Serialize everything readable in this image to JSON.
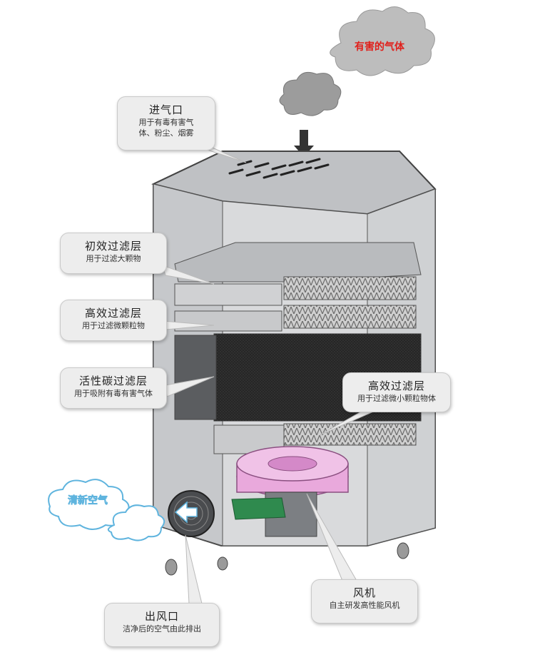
{
  "harmful_gas": {
    "label": "有害的气体",
    "color": "#e0201b"
  },
  "fresh_air": {
    "label": "清新空气",
    "color": "#ffffff",
    "outline": "#5fb4de"
  },
  "callouts": {
    "inlet": {
      "title": "进气口",
      "lines": [
        "用于有毒有害气",
        "体、粉尘、烟雾"
      ]
    },
    "primary": {
      "title": "初效过滤层",
      "lines": [
        "用于过滤大颗物"
      ]
    },
    "hepa_upper": {
      "title": "高效过滤层",
      "lines": [
        "用于过滤微颗粒物"
      ]
    },
    "carbon": {
      "title": "活性碳过滤层",
      "lines": [
        "用于吸附有毒有害气体"
      ]
    },
    "hepa_lower": {
      "title": "高效过滤层",
      "lines": [
        "用于过滤微小颗粒物体"
      ]
    },
    "fan": {
      "title": "风机",
      "lines": [
        "自主研发高性能风机"
      ]
    },
    "outlet": {
      "title": "出风口",
      "lines": [
        "洁净后的空气由此排出"
      ]
    }
  },
  "colors": {
    "fan": "#e9a9dc",
    "board": "#2f8a4e",
    "cabinet": "#6d7074",
    "callout_bg": "#ededed"
  }
}
